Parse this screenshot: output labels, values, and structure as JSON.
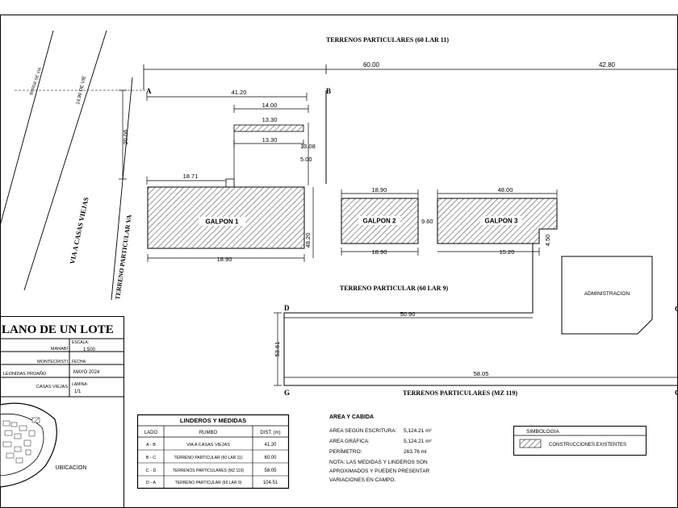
{
  "boundary_labels": {
    "north": "TERRENOS PARTICULARES (60 LAR 11)",
    "middle": "TERRENO PARTICULAR (60 LAR 9)",
    "south": "TERRENOS PARTICULARES (MZ 119)",
    "road": "VIA A CASAS VIEJAS",
    "west_lot": "TERRENO PARTICULAR VA",
    "borde": "BORDE DE VIA",
    "eje": "14.90 DE VIE"
  },
  "vertices": {
    "a": "A",
    "b": "B",
    "c": "C",
    "d": "D",
    "g": "G"
  },
  "dims": {
    "top_60": "60.00",
    "top_4280": "42.80",
    "ab": "41.20",
    "w14": "14.00",
    "w1330a": "13.30",
    "w1330b": "13.30",
    "h1308": "13.08",
    "h500": "5.00",
    "w1871": "18.71",
    "h2006": "20.06",
    "g1_bottom": "18.90",
    "h4820": "48.20",
    "g2_top": "18.90",
    "g2_bottom": "18.90",
    "h960": "9.60",
    "g3_top": "48.00",
    "w1520": "15.20",
    "h450": "4.50",
    "w5090": "50.90",
    "h5361": "53.61",
    "w5805": "58.05"
  },
  "buildings": {
    "g1": "GALPON 1",
    "g2": "GALPON 2",
    "g3": "GALPON 3",
    "admin": "ADMINISTRACION"
  },
  "title_block": {
    "title": "LANO DE UN LOTE",
    "escala_label": "ESCALA:",
    "escala_value": "1:500",
    "fecha_label": "FECHA:",
    "fecha_value": "MAYO 2024",
    "lamina_label": "LÁMINA:",
    "lamina_value": "1/1",
    "provincia": "MANABÍ",
    "canton": "MONTECRISTI",
    "autor": "LEONIDAS PROAÑO",
    "sector": "CASAS VIEJAS",
    "ubicacion": "UBICACION"
  },
  "linderos": {
    "title": "LINDEROS Y MEDIDAS",
    "headers": [
      "LADO",
      "RUMBO",
      "DIST. (m)"
    ],
    "rows": [
      [
        "A - B",
        "VIA A CASAS VIEJAS",
        "41.20"
      ],
      [
        "B - C",
        "TERRENO PARTICULAR (60 LAR 11)",
        "60.00"
      ],
      [
        "C - D",
        "TERRENOS PARTICULARES (MZ 119)",
        "58.05"
      ],
      [
        "D - A",
        "TERRENO PARTICULAR (60 LAR 9)",
        "104.51"
      ]
    ]
  },
  "area": {
    "title": "AREA Y CABIDA",
    "rows": [
      [
        "AREA SEGÚN ESCRITURA:",
        "5,124.21 m²"
      ],
      [
        "AREA GRÁFICA:",
        "5,124.21 m²"
      ],
      [
        "PERÍMETRO:",
        "263.76  ml"
      ]
    ],
    "note": [
      "NOTA: LAS MEDIDAS Y LINDEROS SON",
      "APROXIMADOS Y PUEDEN PRESENTAR",
      "VARIACIONES EN CAMPO."
    ]
  },
  "simbologia": {
    "title": "SIMBOLOGIA",
    "item": "CONSTRUCCIONES EXISTENTES"
  }
}
